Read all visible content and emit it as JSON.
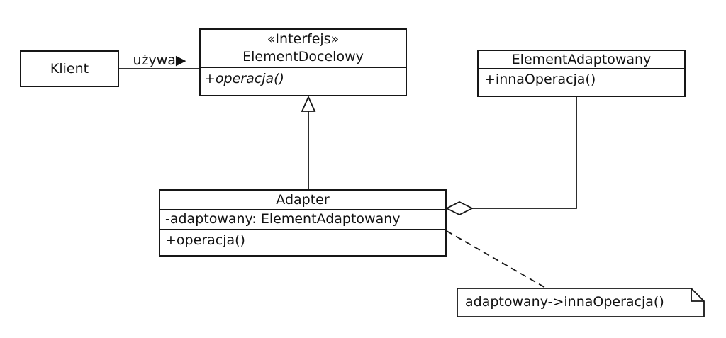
{
  "colors": {
    "background": "#ffffff",
    "line": "#161616",
    "text": "#111111"
  },
  "classes": {
    "klient": {
      "name": "Klient"
    },
    "element_docelowy": {
      "stereotype": "«Interfejs»",
      "name": "ElementDocelowy",
      "operations": [
        "+operacja()"
      ]
    },
    "element_adaptowany": {
      "name": "ElementAdaptowany",
      "operations": [
        "+innaOperacja()"
      ]
    },
    "adapter": {
      "name": "Adapter",
      "attributes": [
        "-adaptowany: ElementAdaptowany"
      ],
      "operations": [
        "+operacja()"
      ]
    }
  },
  "relations": {
    "uses_label": "używa▶",
    "generalization": "Adapter → ElementDocelowy",
    "aggregation": "Adapter ◇— ElementAdaptowany"
  },
  "note": {
    "text": "adaptowany->innaOperacja()"
  }
}
